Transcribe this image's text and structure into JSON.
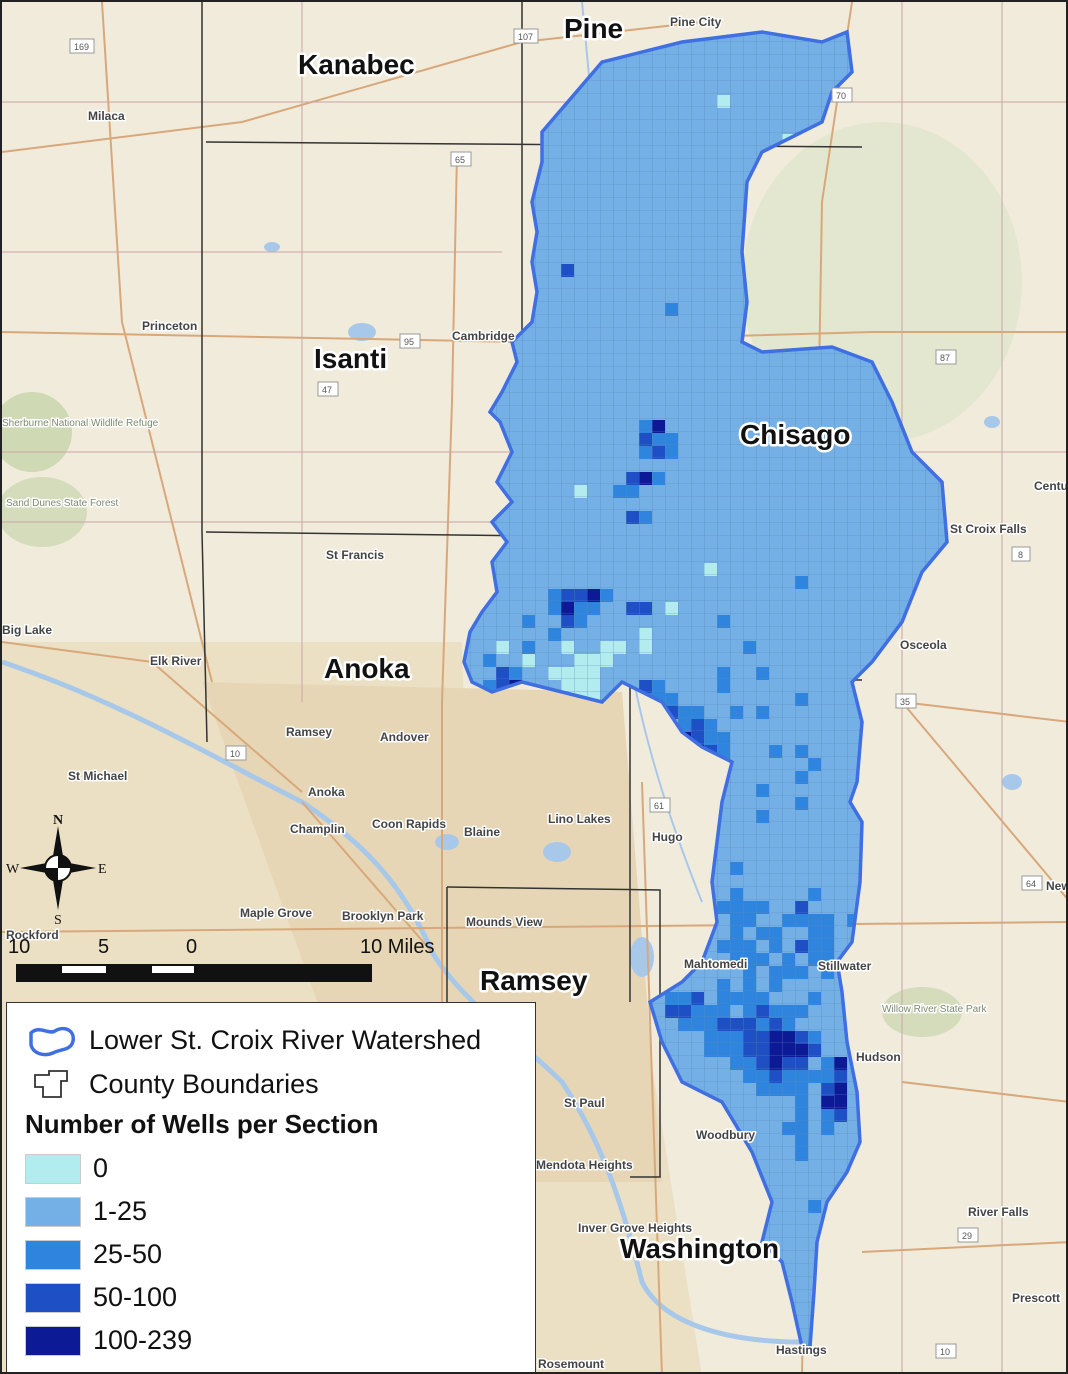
{
  "map": {
    "counties": [
      {
        "id": "pine",
        "label": "Pine"
      },
      {
        "id": "kanabec",
        "label": "Kanabec"
      },
      {
        "id": "isanti",
        "label": "Isanti"
      },
      {
        "id": "chisago",
        "label": "Chisago"
      },
      {
        "id": "anoka",
        "label": "Anoka"
      },
      {
        "id": "ramsey",
        "label": "Ramsey"
      },
      {
        "id": "washington",
        "label": "Washington"
      }
    ],
    "places": [
      "Pine City",
      "Milaca",
      "Princeton",
      "Cambridge",
      "Sherburne National Wildlife Refuge",
      "Sand Dunes State Forest",
      "St Francis",
      "Big Lake",
      "Elk River",
      "Ramsey",
      "Andover",
      "St Michael",
      "Anoka",
      "Champlin",
      "Coon Rapids",
      "Blaine",
      "Lino Lakes",
      "Hugo",
      "Maple Grove",
      "Brooklyn Park",
      "Mounds View",
      "Rockford",
      "Mahtomedi",
      "Stillwater",
      "Willow River State Park",
      "Hudson",
      "St Paul",
      "Woodbury",
      "Mendota Heights",
      "Inver Grove Heights",
      "Rosemount",
      "Hastings",
      "River Falls",
      "St Croix Falls",
      "Osceola",
      "Centuria",
      "New Richmond",
      "Prescott"
    ],
    "routes": [
      "169",
      "107",
      "65",
      "70",
      "95",
      "47",
      "87",
      "8",
      "35",
      "10",
      "61",
      "64",
      "29",
      "10"
    ],
    "north_arrow": {
      "n": "N",
      "s": "S",
      "e": "E",
      "w": "W"
    },
    "scale_bar": {
      "labels": [
        "10",
        "5",
        "0",
        "10 Miles"
      ]
    },
    "colors": {
      "watershed_outline": "#3f6fe0",
      "class_0": "#b3ecee",
      "class_1_25": "#74b0e6",
      "class_25_50": "#2f85dd",
      "class_50_100": "#1f4fc4",
      "class_100_239": "#0c1a96"
    },
    "legend": {
      "watershed_label": "Lower St. Croix River Watershed",
      "county_label": "County Boundaries",
      "title": "Number of Wells per Section",
      "classes": [
        {
          "label": "0",
          "color": "#b3ecee"
        },
        {
          "label": "1-25",
          "color": "#74b0e6"
        },
        {
          "label": "25-50",
          "color": "#2f85dd"
        },
        {
          "label": "50-100",
          "color": "#1f4fc4"
        },
        {
          "label": "100-239",
          "color": "#0c1a96"
        }
      ]
    }
  }
}
